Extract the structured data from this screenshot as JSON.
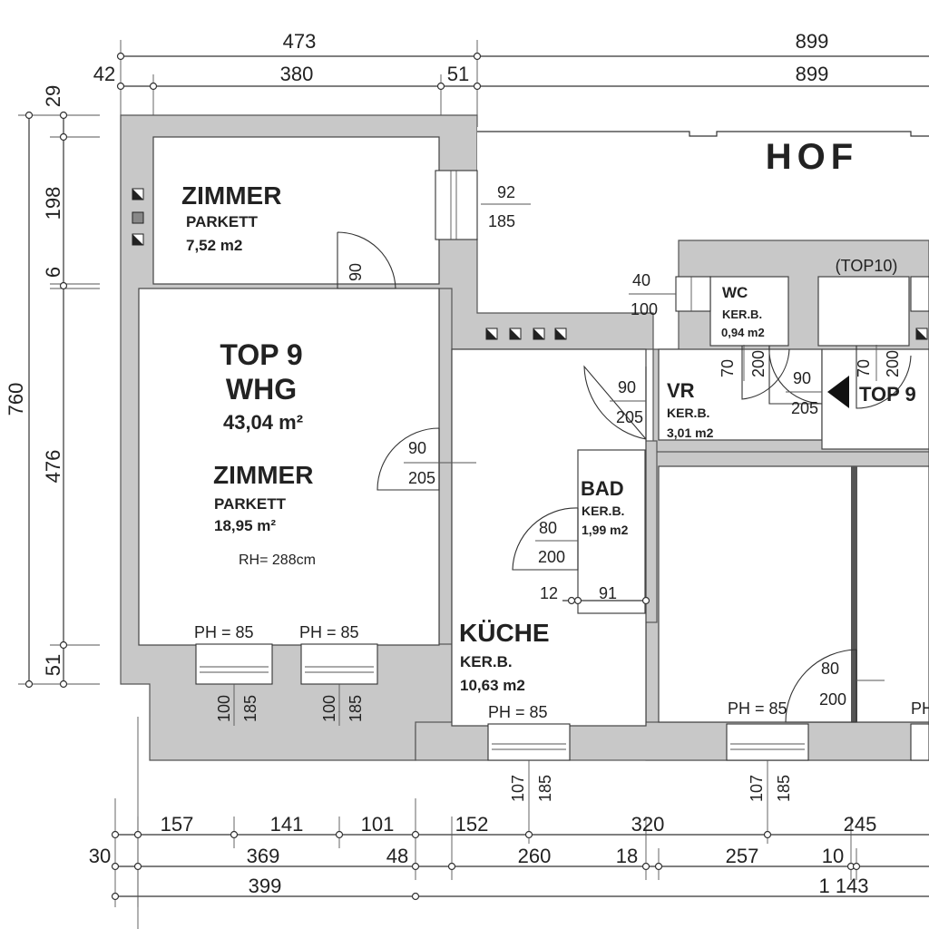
{
  "courtyard": {
    "label": "HOF"
  },
  "neighbor": {
    "label": "(TOP10)"
  },
  "entrance": {
    "label": "TOP 9"
  },
  "apartment": {
    "name": "TOP 9",
    "type": "WHG",
    "area": "43,04 m²"
  },
  "rooms": {
    "zimmer_small": {
      "name": "ZIMMER",
      "floor": "PARKETT",
      "area": "7,52 m2"
    },
    "zimmer_main": {
      "name": "ZIMMER",
      "floor": "PARKETT",
      "area": "18,95 m²",
      "ceiling": "RH= 288cm"
    },
    "kueche": {
      "name": "KÜCHE",
      "floor": "KER.B.",
      "area": "10,63 m2"
    },
    "bad": {
      "name": "BAD",
      "floor": "KER.B.",
      "area": "1,99 m2"
    },
    "vr": {
      "name": "VR",
      "floor": "KER.B.",
      "area": "3,01 m2"
    },
    "wc": {
      "name": "WC",
      "floor": "KER.B.",
      "area": "0,94 m2"
    }
  },
  "dims_top": {
    "row1": [
      "473",
      "899"
    ],
    "row2": [
      "42",
      "380",
      "51",
      "899"
    ]
  },
  "dims_left": {
    "outer": "760",
    "segments": [
      "29",
      "198",
      "6",
      "476",
      "51"
    ]
  },
  "dims_bottom": {
    "row1": [
      "157",
      "141",
      "101",
      "152",
      "320",
      "245"
    ],
    "row2": [
      "30",
      "369",
      "48",
      "260",
      "18",
      "257",
      "10"
    ],
    "row3": [
      "399",
      "1 143"
    ]
  },
  "openings": {
    "door_small_zimmer": "90",
    "win_hof_w": "92",
    "win_hof_h": "185",
    "door_main_w": "90",
    "door_main_h": "205",
    "door_vr_w": "90",
    "door_vr_h": "205",
    "door_bad_w": "80",
    "door_bad_h": "200",
    "bad_dim_a": "12",
    "bad_dim_b": "91",
    "wc_win_w": "40",
    "wc_win_h": "100",
    "wc_door_w": "70",
    "wc_door_h": "200",
    "entry_door_w": "90",
    "entry_door_h": "205",
    "top10_door_w": "70",
    "top10_door_h": "200",
    "right_door_w": "80",
    "right_door_h": "200",
    "win1_ph": "PH =  85",
    "win1_w": "100",
    "win1_h": "185",
    "win2_ph": "PH =  85",
    "win2_w": "100",
    "win2_h": "185",
    "win3_ph": "PH =  85",
    "win3_w": "107",
    "win3_h": "185",
    "win4_ph": "PH =  85",
    "win4_w": "107",
    "win4_h": "185",
    "win5_ph": "PH"
  }
}
